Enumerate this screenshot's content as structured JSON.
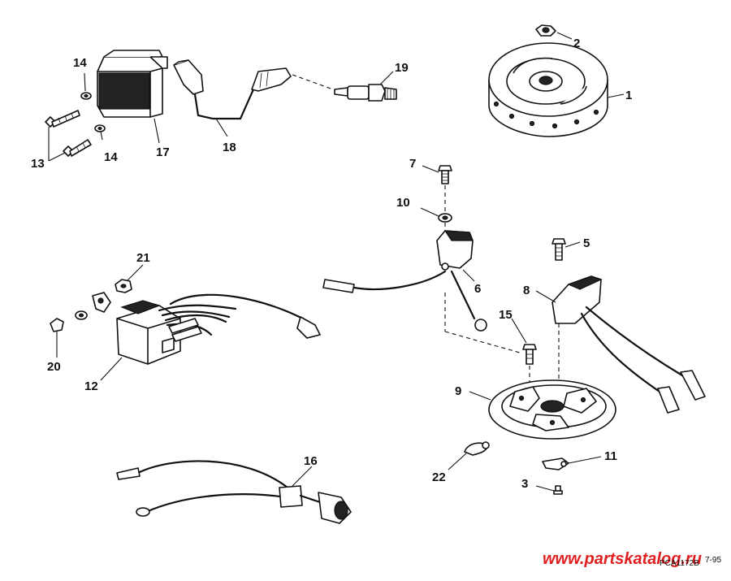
{
  "callouts": {
    "c1": "1",
    "c2": "2",
    "c3": "3",
    "c5": "5",
    "c6": "6",
    "c7": "7",
    "c8": "8",
    "c9": "9",
    "c10": "10",
    "c11": "11",
    "c12": "12",
    "c13": "13",
    "c14a": "14",
    "c14b": "14",
    "c15": "15",
    "c16": "16",
    "c17": "17",
    "c18": "18",
    "c19": "19",
    "c20": "20",
    "c21": "21",
    "c22": "22"
  },
  "footer": {
    "watermark": "www.partskatalog.ru",
    "drawing_number": "PCA1172B",
    "date": "7-95"
  },
  "colors": {
    "watermark": "#e02020",
    "line": "#111111",
    "background": "#ffffff"
  }
}
